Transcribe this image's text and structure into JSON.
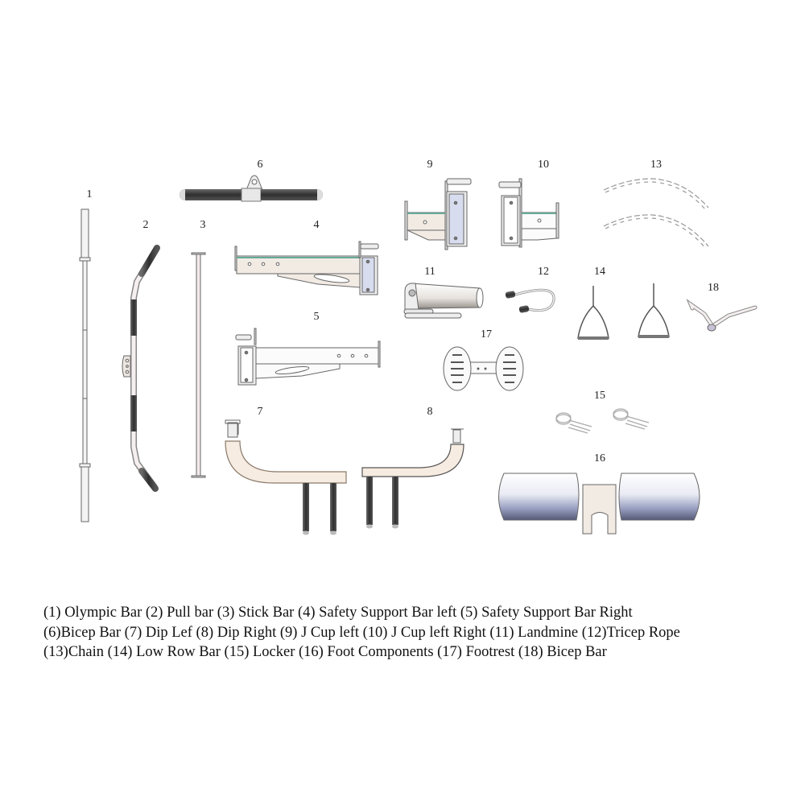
{
  "diagram": {
    "parts": [
      {
        "number": "1",
        "name": "Olympic Bar"
      },
      {
        "number": "2",
        "name": "Pull bar"
      },
      {
        "number": "3",
        "name": "Stick Bar"
      },
      {
        "number": "4",
        "name": "Safety Support Bar left"
      },
      {
        "number": "5",
        "name": "Safety Support Bar Right"
      },
      {
        "number": "6",
        "name": "Bicep Bar"
      },
      {
        "number": "7",
        "name": "Dip Lef"
      },
      {
        "number": "8",
        "name": "Dip Right"
      },
      {
        "number": "9",
        "name": "J Cup left"
      },
      {
        "number": "10",
        "name": "J Cup left Right"
      },
      {
        "number": "11",
        "name": "Landmine"
      },
      {
        "number": "12",
        "name": "Tricep Rope"
      },
      {
        "number": "13",
        "name": "Chain"
      },
      {
        "number": "14",
        "name": "Low Row Bar"
      },
      {
        "number": "15",
        "name": "Locker"
      },
      {
        "number": "16",
        "name": "Foot Components"
      },
      {
        "number": "17",
        "name": "Footrest"
      },
      {
        "number": "18",
        "name": "Bicep Bar"
      }
    ],
    "callouts": {
      "c1": "1",
      "c2": "2",
      "c3": "3",
      "c4": "4",
      "c5": "5",
      "c6": "6",
      "c7": "7",
      "c8": "8",
      "c9": "9",
      "c10": "10",
      "c11": "11",
      "c12": "12",
      "c13": "13",
      "c14": "14",
      "c15": "15",
      "c16": "16",
      "c17": "17",
      "c18": "18"
    },
    "colors": {
      "outline": "#555555",
      "grip": "#4a4a4a",
      "frame_fill": "#f2ebe4",
      "plate_fill": "#d8dcef",
      "steel": "#e8e8ea"
    }
  },
  "caption": {
    "line1": "(1) Olympic Bar  (2) Pull bar  (3) Stick Bar  (4) Safety Support Bar left  (5) Safety Support Bar Right",
    "line2": "(6)Bicep Bar  (7) Dip Lef  (8) Dip Right  (9) J Cup left  (10) J Cup left Right (11) Landmine (12)Tricep Rope",
    "line3": "(13)Chain (14) Low Row Bar  (15) Locker (16) Foot Components (17) Footrest  (18) Bicep Bar"
  }
}
